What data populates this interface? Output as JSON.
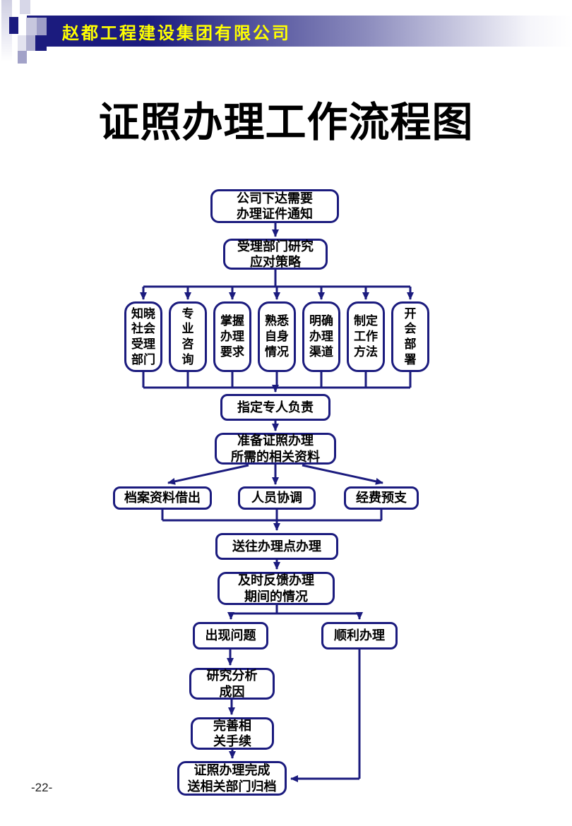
{
  "header": {
    "company": "赵都工程建设集团有限公司"
  },
  "title": "证照办理工作流程图",
  "footer": {
    "page_number": "-22-"
  },
  "colors": {
    "navy": "#1b1b7e",
    "yellow": "#ffff00",
    "ink": "#000000",
    "paper": "#ffffff"
  },
  "flow": {
    "nodes": {
      "notice": "公司下达需要\n办理证件通知",
      "research": "受理部门研究\n应对策略",
      "assign": "指定专人负责",
      "prepare": "准备证照办理\n所需的相关资料",
      "archive_borrow": "档案资料借出",
      "personnel": "人员协调",
      "budget": "经费预支",
      "send": "送往办理点办理",
      "feedback": "及时反馈办理\n期间的情况",
      "problem": "出现问题",
      "smooth": "顺利办理",
      "analyze": "研究分析\n成因",
      "perfect": "完善相\n关手续",
      "complete": "证照办理完成\n送相关部门归档"
    },
    "parallel": [
      {
        "label": "知晓\n社会\n受理\n部门"
      },
      {
        "label": "专\n业\n咨\n询"
      },
      {
        "label": "掌握\n办理\n要求"
      },
      {
        "label": "熟悉\n自身\n情况"
      },
      {
        "label": "明确\n办理\n渠道"
      },
      {
        "label": "制定\n工作\n方法"
      },
      {
        "label": "开\n会\n部\n署"
      }
    ],
    "edges": [
      "notice→research",
      "research→parallel(7)",
      "parallel(7)→assign",
      "assign→prepare",
      "prepare→archive_borrow|personnel|budget",
      "archive_borrow|personnel|budget→send",
      "send→feedback",
      "feedback→problem|smooth",
      "problem→analyze→perfect→complete",
      "smooth→complete"
    ]
  }
}
